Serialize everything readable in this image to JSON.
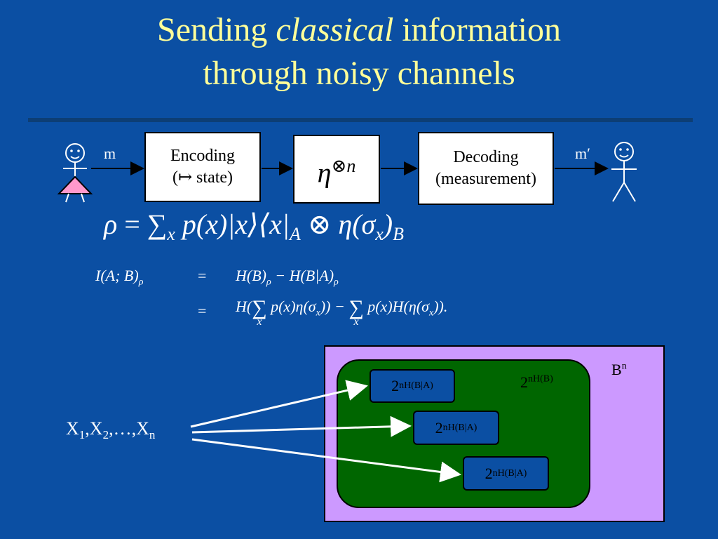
{
  "title": {
    "line1_a": "Sending ",
    "line1_em": "classical",
    "line1_b": " information",
    "line2": "through noisy channels"
  },
  "channel": {
    "sender_label": "m",
    "encoding_line1": "Encoding",
    "encoding_line2": "(↦ state)",
    "channel_eta": "η",
    "channel_otimes": "⊗",
    "channel_n": "n",
    "decoding_line1": "Decoding",
    "decoding_line2": "(measurement)",
    "receiver_label": "m′"
  },
  "state_formula": {
    "rho": "ρ",
    "eq": " = ",
    "sum": "∑",
    "sum_sub": "x",
    "body": " p(x)|x⟩⟨x|",
    "sub_a": "A",
    "mid": " ⊗ η(σ",
    "sigma_sub": "x",
    "close": ")",
    "sub_b": "B"
  },
  "mutual_info": {
    "lhs": "I(A; B)",
    "lhs_sub": "ρ",
    "eq1": "=",
    "rhs1_a": "H(B)",
    "rhs1_sub_a": "ρ",
    "rhs1_mid": " − H(B|A)",
    "rhs1_sub_b": "ρ",
    "eq2": "=",
    "rhs2_a": "H(",
    "sum1": "∑",
    "sum1_sub": "x",
    "rhs2_b": " p(x)η(σ",
    "sig1_sub": "x",
    "rhs2_c": ")) − ",
    "sum2": "∑",
    "sum2_sub": "x",
    "rhs2_d": " p(x)H(η(σ",
    "sig2_sub": "x",
    "rhs2_e": ")).",
    "dot": ""
  },
  "typical_sets": {
    "outer_label_base": "B",
    "outer_label_sup": "n",
    "green_label_base": "2",
    "green_label_sup": "nH(B)",
    "small_base": "2",
    "small_sup": "nH(B|A)"
  },
  "codewords": {
    "x": "X",
    "s1": "1",
    "c1": ",X",
    "s2": "2",
    "c2": ",…,X",
    "sn": "n"
  },
  "colors": {
    "background": "#0b4fa3",
    "title": "#ffff99",
    "outer_box": "#cc99ff",
    "typical_set": "#006600",
    "small_boxes": "#0b4fa3",
    "sender_body": "#ff99cc"
  }
}
